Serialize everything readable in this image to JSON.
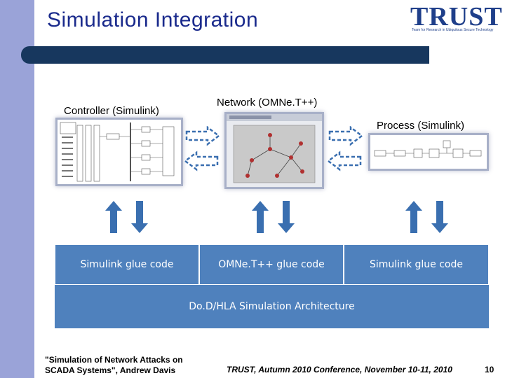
{
  "title": "Simulation Integration",
  "logo": {
    "name": "TRUST",
    "tagline": "Team for Research in Ubiquitous Secure Technology"
  },
  "labels": {
    "controller": "Controller (Simulink)",
    "network": "Network (OMNe.T++)",
    "process": "Process (Simulink)"
  },
  "glue": {
    "left": "Simulink glue code",
    "middle": "OMNe.T++ glue code",
    "right": "Simulink glue code"
  },
  "architecture": "Do.D/HLA Simulation Architecture",
  "footer": {
    "citation_line1": "\"Simulation of Network Attacks on",
    "citation_line2": "SCADA Systems\", Andrew Davis",
    "conference": "TRUST, Autumn 2010 Conference, November 10-11, 2010",
    "page_number": "10"
  },
  "colors": {
    "accent_bar": "#9aa3d8",
    "title": "#1a2a8c",
    "rule": "#17375e",
    "block": "#4f81bd",
    "arrow": "#3a6fb0"
  }
}
